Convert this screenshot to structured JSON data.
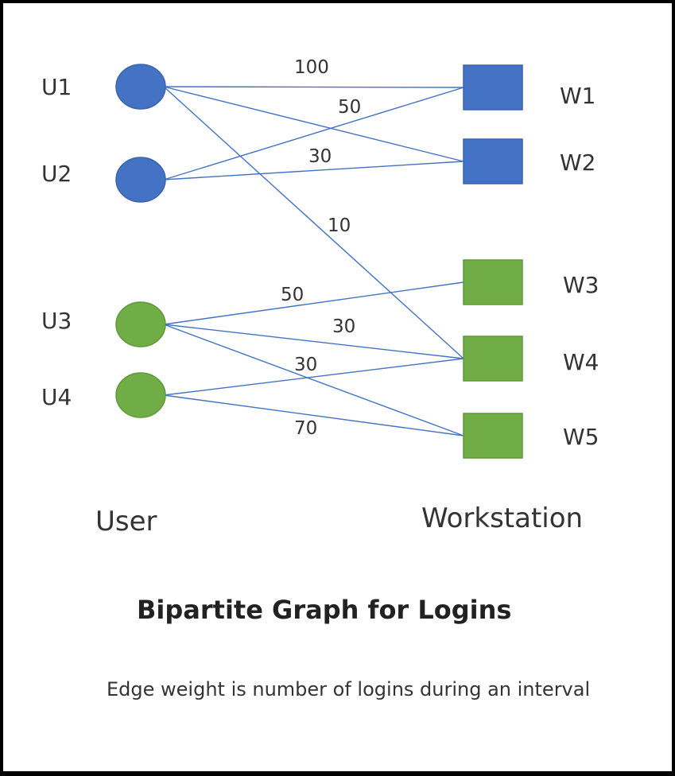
{
  "colors": {
    "user_top": "#4472C4",
    "user_bottom": "#70AD47",
    "workstation_top": "#4472C4",
    "workstation_bottom": "#70AD47",
    "edge": "#4472C4"
  },
  "users": [
    {
      "id": "U1",
      "label": "U1",
      "group": "blue"
    },
    {
      "id": "U2",
      "label": "U2",
      "group": "blue"
    },
    {
      "id": "U3",
      "label": "U3",
      "group": "green"
    },
    {
      "id": "U4",
      "label": "U4",
      "group": "green"
    }
  ],
  "workstations": [
    {
      "id": "W1",
      "label": "W1",
      "group": "blue"
    },
    {
      "id": "W2",
      "label": "W2",
      "group": "blue"
    },
    {
      "id": "W3",
      "label": "W3",
      "group": "green"
    },
    {
      "id": "W4",
      "label": "W4",
      "group": "green"
    },
    {
      "id": "W5",
      "label": "W5",
      "group": "green"
    }
  ],
  "edges": [
    {
      "from": "U1",
      "to": "W1",
      "weight": "100"
    },
    {
      "from": "U2",
      "to": "W1",
      "weight": "50"
    },
    {
      "from": "U2",
      "to": "W2",
      "weight": "30"
    },
    {
      "from": "U1",
      "to": "W2",
      "weight": ""
    },
    {
      "from": "U1",
      "to": "W4",
      "weight": "10"
    },
    {
      "from": "U3",
      "to": "W3",
      "weight": "50"
    },
    {
      "from": "U3",
      "to": "W4",
      "weight": "30"
    },
    {
      "from": "U4",
      "to": "W4",
      "weight": "30"
    },
    {
      "from": "U4",
      "to": "W5",
      "weight": "70"
    },
    {
      "from": "U3",
      "to": "W5",
      "weight": ""
    }
  ],
  "labels": {
    "user_group": "User",
    "workstation_group": "Workstation",
    "title": "Bipartite Graph for Logins",
    "caption": "Edge weight  is number of logins during an interval"
  }
}
